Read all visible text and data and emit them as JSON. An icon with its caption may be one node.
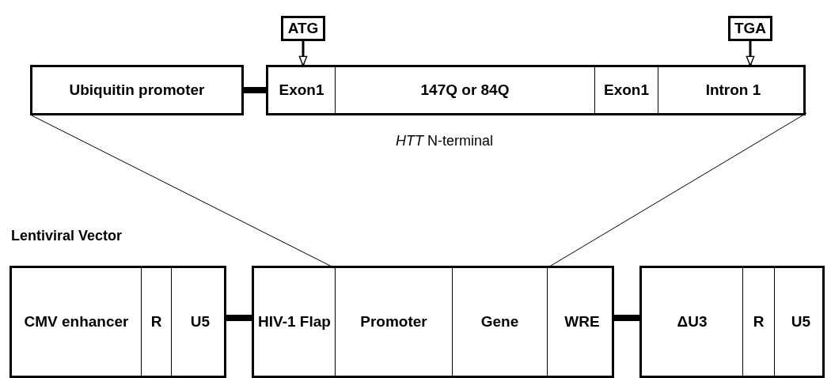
{
  "diagram": {
    "nodes": [
      {
        "text": [
          "Ubiquitin promoter"
        ]
      },
      {
        "text": [],
        "shape": "box"
      },
      {
        "text": [
          "Exon1"
        ],
        "in": 1
      },
      {
        "text": [
          "147Q or 84Q"
        ],
        "in": 1
      },
      {
        "text": [
          "Exon1"
        ],
        "in": 1
      },
      {
        "text": [
          "Intron 1"
        ],
        "in": 1
      },
      {
        "text": [
          "ATG"
        ]
      },
      {
        "text": [
          "TGA"
        ]
      },
      {
        "text": [],
        "shape": "box"
      },
      {
        "text": [
          "CMV enhancer"
        ],
        "in": 8
      },
      {
        "text": [
          "R"
        ],
        "in": 8
      },
      {
        "text": [
          "U5"
        ],
        "in": 8
      },
      {
        "text": [],
        "shape": "box"
      },
      {
        "text": [
          "HIV-1 Flap"
        ],
        "in": 12
      },
      {
        "text": [
          "Promoter"
        ],
        "in": 12
      },
      {
        "text": [
          "Gene"
        ],
        "in": 12
      },
      {
        "text": [
          "WRE"
        ],
        "in": 12
      },
      {
        "text": [],
        "shape": "box"
      },
      {
        "text": [
          "ΔU3"
        ],
        "in": 17
      },
      {
        "text": [
          "R"
        ],
        "in": 17
      },
      {
        "text": [
          "U5"
        ],
        "in": 17
      }
    ],
    "edges": [
      {
        "from": 0,
        "to": 1,
        "arrow": "none",
        "style": "thick"
      },
      {
        "from": 6,
        "to": 2,
        "arrow": "to"
      },
      {
        "from": 7,
        "to": 5,
        "arrow": "to"
      },
      {
        "from": 8,
        "to": 12,
        "arrow": "none",
        "style": "thick"
      },
      {
        "from": 12,
        "to": 17,
        "arrow": "none",
        "style": "thick"
      },
      {
        "from": 0,
        "to": 14,
        "arrow": "none"
      },
      {
        "from": 5,
        "to": 15,
        "arrow": "none"
      }
    ],
    "labels": [
      "*HTT* N-terminal",
      "Lentiviral Vector"
    ]
  }
}
